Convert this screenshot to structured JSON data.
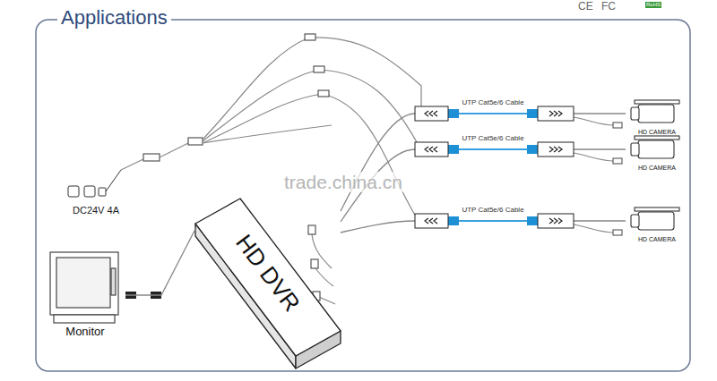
{
  "diagram": {
    "title": "Applications",
    "nodes": [
      {
        "text": [
          "HD DVR"
        ]
      },
      {
        "text": [
          "Monitor"
        ]
      },
      {
        "text": [
          "HD CAMERA"
        ]
      },
      {
        "text": [
          "HD CAMERA"
        ]
      },
      {
        "text": [
          "HD CAMERA"
        ]
      }
    ],
    "edges": [
      {
        "from": 1,
        "to": 0,
        "arrow": "none"
      },
      {
        "from": 0,
        "to": 2,
        "label": "UTP Cat5e/6 Cable",
        "arrow": "none"
      },
      {
        "from": 0,
        "to": 3,
        "label": "UTP Cat5e/6 Cable",
        "arrow": "none"
      },
      {
        "from": 0,
        "to": 4,
        "label": "UTP Cat5e/6 Cable",
        "arrow": "none"
      }
    ],
    "labels": [
      "DC24V 4A",
      "trade.china.cn",
      "CE",
      "FC",
      "RoHS"
    ]
  }
}
